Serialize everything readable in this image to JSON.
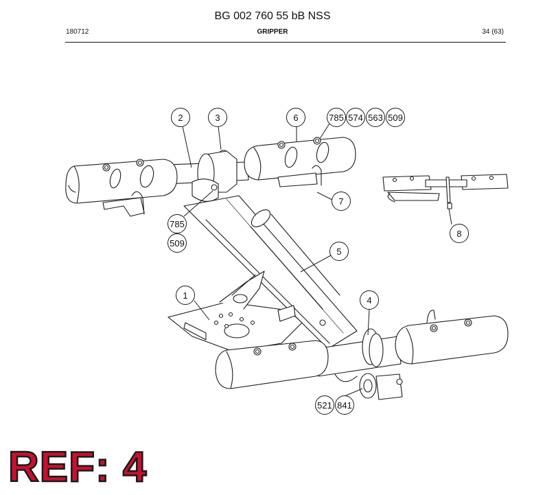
{
  "header": {
    "document_title": "BG 002 760 55 bB NSS",
    "doc_code": "180712",
    "section": "GRIPPER",
    "page": "34 (63)"
  },
  "callouts": [
    {
      "id": "c-2",
      "label": "2"
    },
    {
      "id": "c-3",
      "label": "3"
    },
    {
      "id": "c-6",
      "label": "6"
    },
    {
      "id": "c-785a",
      "label": "785"
    },
    {
      "id": "c-574",
      "label": "574"
    },
    {
      "id": "c-563",
      "label": "563"
    },
    {
      "id": "c-509a",
      "label": "509"
    },
    {
      "id": "c-7",
      "label": "7"
    },
    {
      "id": "c-785b",
      "label": "785"
    },
    {
      "id": "c-509b",
      "label": "509"
    },
    {
      "id": "c-8",
      "label": "8"
    },
    {
      "id": "c-5",
      "label": "5"
    },
    {
      "id": "c-1",
      "label": "1"
    },
    {
      "id": "c-4",
      "label": "4"
    },
    {
      "id": "c-521",
      "label": "521"
    },
    {
      "id": "c-841",
      "label": "841"
    }
  ],
  "ref_label": "REF: 4"
}
